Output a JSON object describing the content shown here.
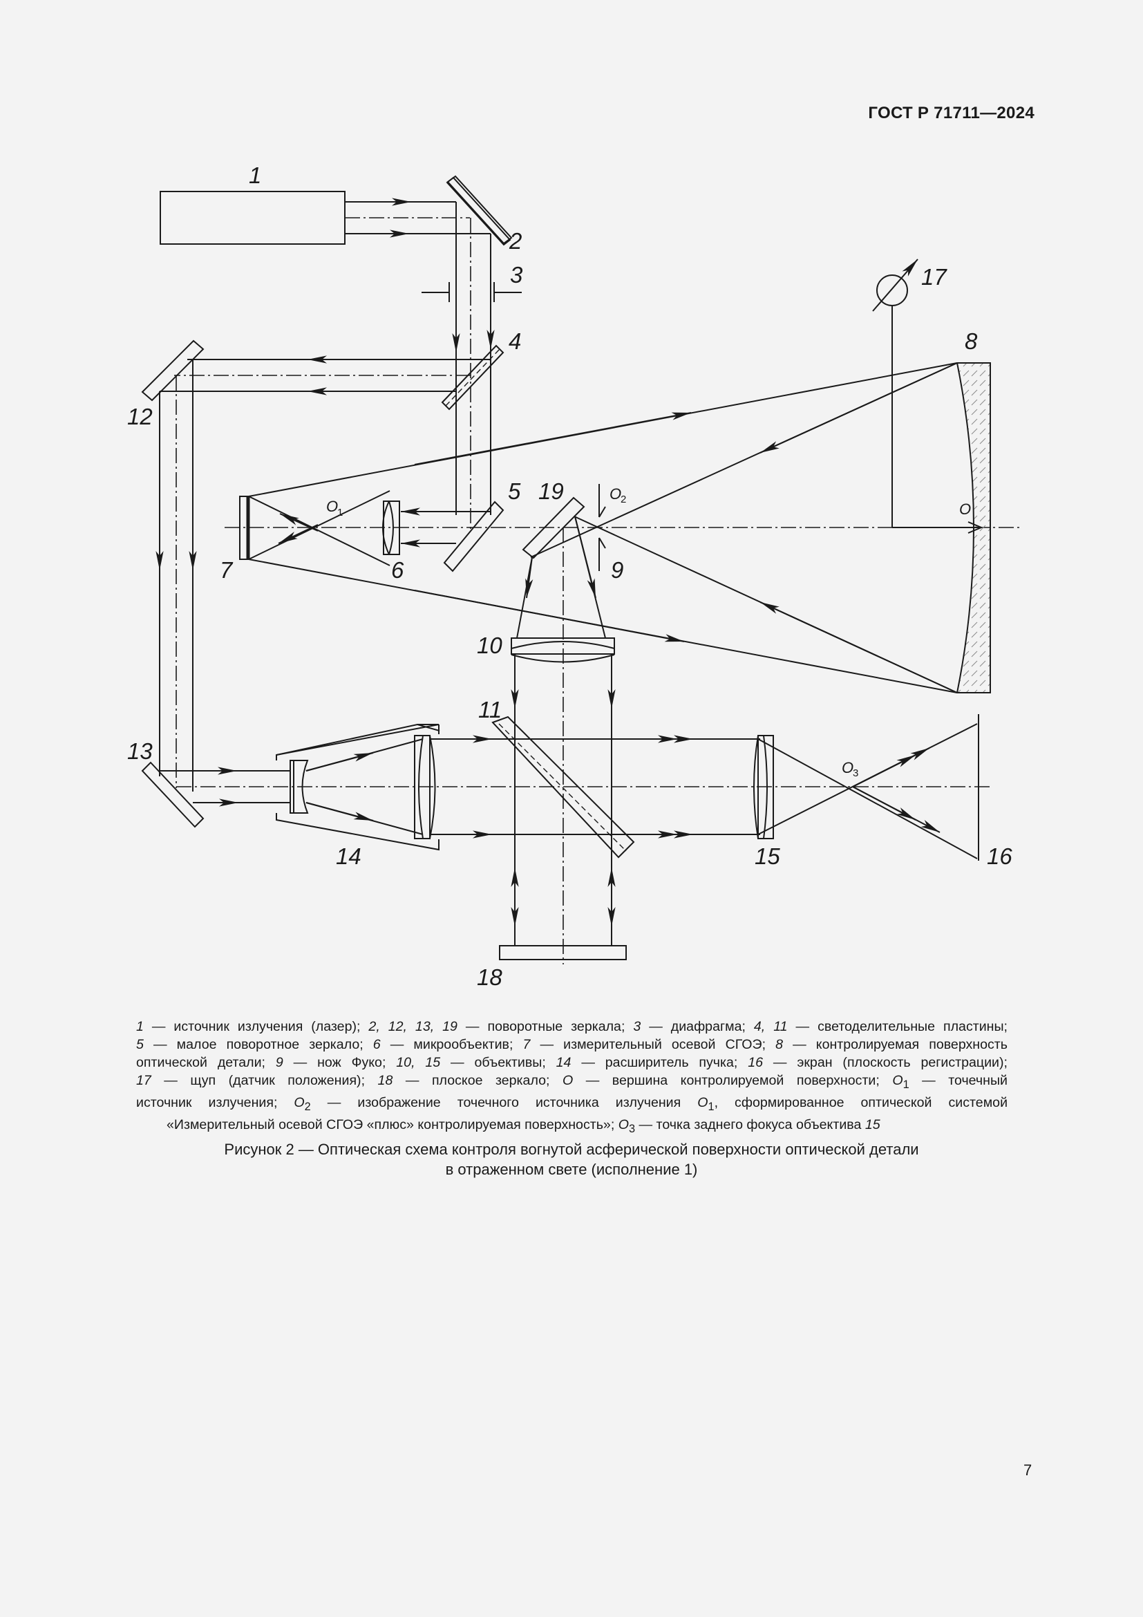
{
  "header": {
    "standard_number": "ГОСТ Р 71711—2024"
  },
  "figure": {
    "component_labels": {
      "c1": "1",
      "c2": "2",
      "c3": "3",
      "c4": "4",
      "c5": "5",
      "c6": "6",
      "c7": "7",
      "c8": "8",
      "c9": "9",
      "c10": "10",
      "c11": "11",
      "c12": "12",
      "c13": "13",
      "c14": "14",
      "c15": "15",
      "c16": "16",
      "c17": "17",
      "c18": "18",
      "c19": "19"
    },
    "point_labels": {
      "O": "O",
      "O1": "O",
      "O1_sub": "1",
      "O2": "O",
      "O2_sub": "2",
      "O3": "O",
      "O3_sub": "3"
    }
  },
  "legend": {
    "lines": [
      [
        {
          "t": "1",
          "i": true
        },
        {
          "t": " — источник излучения (лазер); "
        },
        {
          "t": "2, 12, 13, 19",
          "i": true
        },
        {
          "t": " — поворотные зеркала; "
        },
        {
          "t": "3",
          "i": true
        },
        {
          "t": " — диафрагма; "
        },
        {
          "t": "4, 11",
          "i": true
        },
        {
          "t": " — светоделительные пластины;"
        }
      ],
      [
        {
          "t": "5",
          "i": true
        },
        {
          "t": " — малое поворотное зеркало; "
        },
        {
          "t": "6",
          "i": true
        },
        {
          "t": " — микрообъектив; "
        },
        {
          "t": "7",
          "i": true
        },
        {
          "t": " — измерительный осевой СГОЭ; "
        },
        {
          "t": "8",
          "i": true
        },
        {
          "t": " — контролируемая поверхность"
        }
      ],
      [
        {
          "t": "оптической детали; "
        },
        {
          "t": "9",
          "i": true
        },
        {
          "t": " — нож Фуко; "
        },
        {
          "t": "10, 15",
          "i": true
        },
        {
          "t": " — объективы; "
        },
        {
          "t": "14",
          "i": true
        },
        {
          "t": " — расширитель пучка; "
        },
        {
          "t": "16",
          "i": true
        },
        {
          "t": " — экран (плоскость регистрации);"
        }
      ],
      [
        {
          "t": "17",
          "i": true
        },
        {
          "t": " — щуп (датчик положения); "
        },
        {
          "t": "18",
          "i": true
        },
        {
          "t": " — плоское зеркало; "
        },
        {
          "t": "O",
          "i": true
        },
        {
          "t": " — вершина контролируемой поверхности; "
        },
        {
          "t": "O",
          "i": true
        },
        {
          "t": "1",
          "sub": true
        },
        {
          "t": " — точечный"
        }
      ],
      [
        {
          "t": "источник излучения; "
        },
        {
          "t": "O",
          "i": true
        },
        {
          "t": "2",
          "sub": true
        },
        {
          "t": " — изображение точечного источника излучения "
        },
        {
          "t": "O",
          "i": true
        },
        {
          "t": "1",
          "sub": true
        },
        {
          "t": ", сформированное оптической системой"
        }
      ],
      [
        {
          "t": "«Измерительный осевой СГОЭ «плюс» контролируемая поверхность»; "
        },
        {
          "t": "O",
          "i": true
        },
        {
          "t": "3",
          "sub": true
        },
        {
          "t": " — точка заднего фокуса объектива "
        },
        {
          "t": "15",
          "i": true
        }
      ]
    ]
  },
  "caption": {
    "line1": "Рисунок 2 — Оптическая схема контроля вогнутой асферической поверхности оптической детали",
    "line2": "в отраженном свете (исполнение 1)"
  },
  "page_number": "7"
}
